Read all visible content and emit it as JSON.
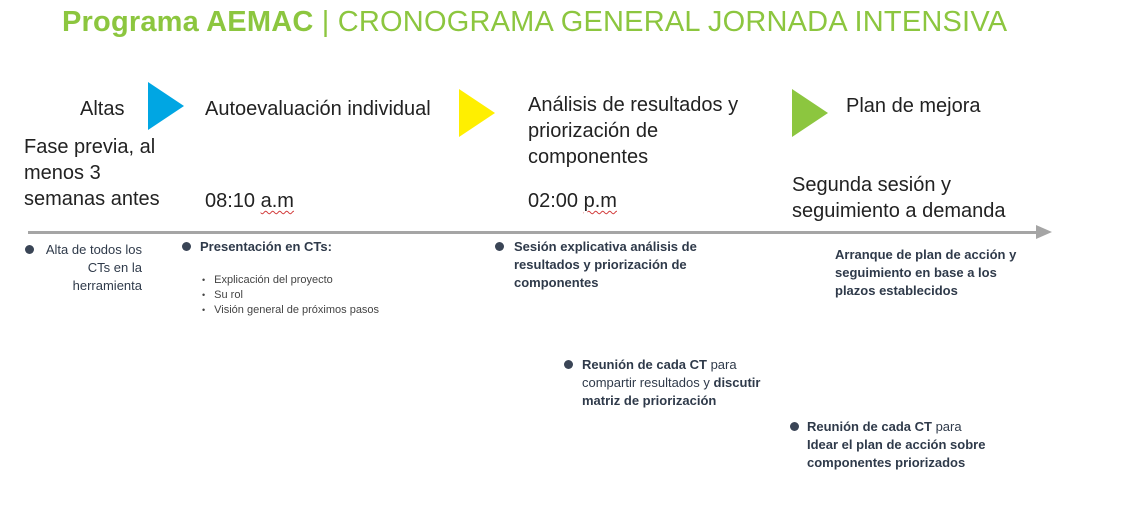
{
  "title": {
    "program": "Programa AEMAC",
    "separator": "|",
    "rest": "CRONOGRAMA GENERAL JORNADA INTENSIVA"
  },
  "colors": {
    "title": "#8cc63f",
    "arrow_blue": "#00a6e3",
    "arrow_yellow": "#ffef00",
    "arrow_green": "#8cc63f",
    "timeline": "#a5a5a5",
    "bullet": "#3a4556"
  },
  "phases": [
    {
      "label": "Altas",
      "subtitle": [
        "Fase previa, al",
        "menos 3",
        "semanas antes"
      ]
    },
    {
      "label": "Autoevaluación individual",
      "time": {
        "value": "08:10",
        "suffix": "a.m"
      }
    },
    {
      "label": [
        "Análisis de resultados y",
        "priorización de",
        "componentes"
      ],
      "time": {
        "value": "02:00",
        "suffix": "p.m"
      }
    },
    {
      "label": "Plan de mejora",
      "subtitle": [
        "Segunda sesión y",
        "seguimiento a demanda"
      ]
    }
  ],
  "activities": {
    "altas": [
      "Alta de todos los",
      "CTs en la",
      "herramienta"
    ],
    "presentacion": {
      "heading": "Presentación en CTs:",
      "items": [
        "Explicación del proyecto",
        "Su rol",
        "Visión general de próximos pasos"
      ]
    },
    "sesion": [
      "Sesión explicativa análisis de",
      "resultados y priorización de",
      "componentes"
    ],
    "reunion1": {
      "part1": "Reunión de cada CT",
      "part2": " para",
      "part3": "compartir resultados y ",
      "part4": "discutir",
      "part5": "matriz de priorización"
    },
    "arranque": [
      "Arranque de plan de acción y",
      "seguimiento en base a los",
      "plazos establecidos"
    ],
    "reunion2": {
      "part1": "Reunión de cada CT",
      "part2": " para",
      "part3": "Idear el plan de acción sobre",
      "part4": "componentes priorizados"
    }
  }
}
